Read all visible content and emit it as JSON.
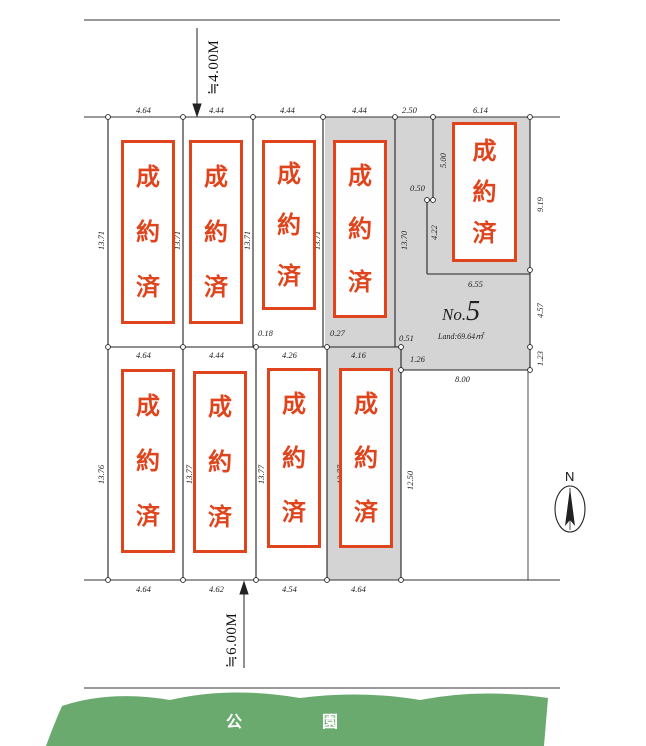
{
  "sold_label": [
    "成",
    "約",
    "済"
  ],
  "road_top_width": "≒4.00M",
  "road_bottom_width": "≒6.00M",
  "park_label": [
    "公",
    "園"
  ],
  "compass_label": "N",
  "lot5": {
    "no_prefix": "No.",
    "number": "5",
    "land": "Land:69.64㎡"
  },
  "dims_top": [
    "4.64",
    "4.44",
    "4.44",
    "4.44",
    "2.50",
    "6.14"
  ],
  "dims_mid": [
    "4.64",
    "4.44",
    "4.26",
    "4.16"
  ],
  "dims_bottom": [
    "4.64",
    "4.62",
    "4.54",
    "4.64"
  ],
  "dims_misc": {
    "d_0_18": "0.18",
    "d_0_27": "0.27",
    "d_0_51": "0.51",
    "d_1_26": "1.26",
    "d_8_00": "8.00",
    "d_6_55": "6.55",
    "d_0_50": "0.50"
  },
  "dims_vertical": {
    "v_13_71_a": "13.71",
    "v_13_71_b": "13.71",
    "v_13_71_c": "13.71",
    "v_13_71_d": "13.71",
    "v_13_70": "13.70",
    "v_5_00": "5.00",
    "v_4_22": "4.22",
    "v_9_19": "9.19",
    "v_4_57": "4.57",
    "v_1_23": "1.23",
    "v_13_76": "13.76",
    "v_13_77_a": "13.77",
    "v_13_77_b": "13.77",
    "v_13_77_c": "13.77",
    "v_12_50": "12.50"
  },
  "colors": {
    "sold": "#e0441c",
    "park": "#6aaa6e",
    "lot_shade": "#d4d4d4"
  }
}
